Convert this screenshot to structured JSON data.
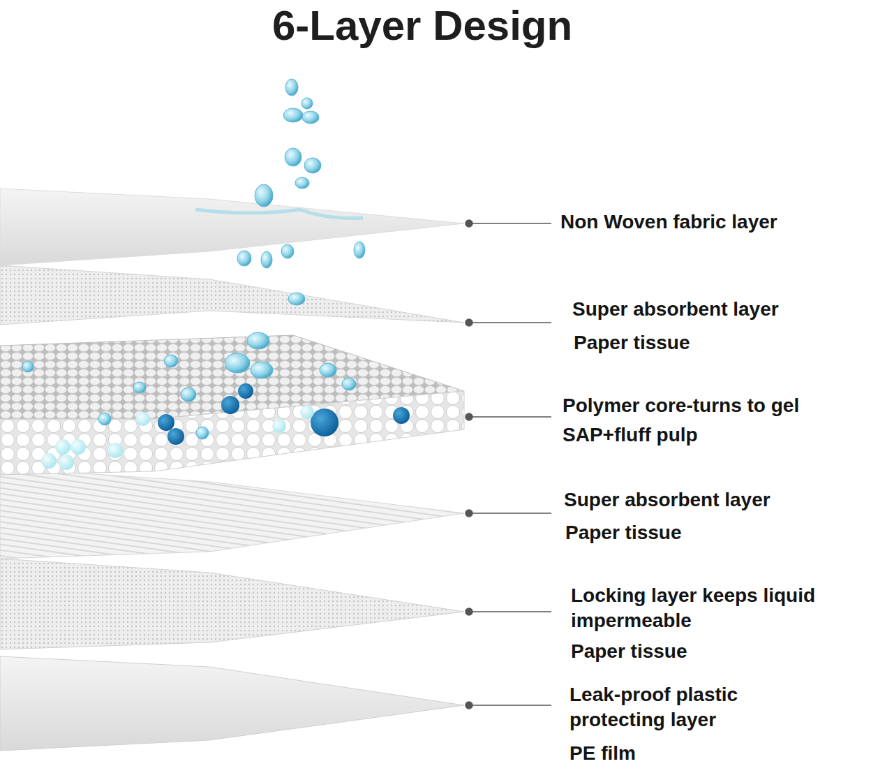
{
  "diagram": {
    "title": "6-Layer Design",
    "labels": [
      "Non Woven fabric layer",
      "Super absorbent layer",
      "Paper tissue",
      "Polymer core-turns to gel",
      "SAP+fluff pulp",
      "Super absorbent layer",
      "Paper tissue",
      "Locking layer keeps liquid impermeable",
      "Paper tissue",
      "Leak-proof plastic protecting layer",
      "PE film"
    ]
  }
}
